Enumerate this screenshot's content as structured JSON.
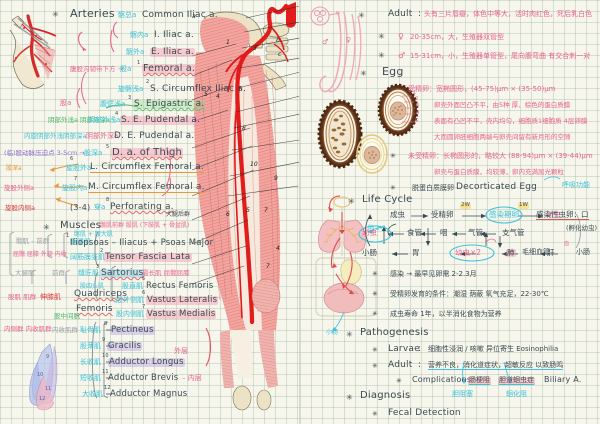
{
  "notebook": {
    "title": "Anatomy & Parasitology handwritten study notes (two pages)",
    "paper": "grid / graph paper",
    "colors": {
      "paper": "#f7f6ec",
      "grid": "#8ca58c",
      "ink_dark": "#3b4a52",
      "cyan": "#39c2d8",
      "pink": "#e8628c",
      "red": "#de3b3b",
      "green": "#46b96a",
      "orange": "#e8963c",
      "purple": "#8e6fd0",
      "brown": "#7a4a2a",
      "highlight_pink": "#f496af",
      "highlight_yellow": "#fad650",
      "highlight_blue": "#78c8eb"
    }
  },
  "left_page": {
    "bullet": "✳",
    "section_arteries": {
      "heading": "Arteries",
      "items": [
        {
          "num": "",
          "cn": "髂总a",
          "en": "Common Iliac a."
        },
        {
          "num": "",
          "cn": "髂内a",
          "en": "I. Iliac a."
        },
        {
          "num": "",
          "cn": "髂外a",
          "en": "E. Iliac a."
        },
        {
          "num": "1",
          "cn": "股a",
          "en": "Femoral a."
        },
        {
          "num": "2",
          "cn": "旋髂浅a",
          "en": "S. Circumflex Iliac a."
        },
        {
          "num": "3",
          "cn": "腹壁浅a",
          "en": "S. Epigastric a."
        },
        {
          "num": "4",
          "cn": "阴部外浅a",
          "en": "S. E. Pudendal a."
        },
        {
          "num": "",
          "cn": "阴部外深a",
          "en": "D. E. Pudendal a."
        },
        {
          "num": "5",
          "cn": "股深a",
          "en": "D. a. of Thigh"
        },
        {
          "num": "6",
          "cn": "旋股外a",
          "en": "L. Circumflex Femoral a."
        },
        {
          "num": "7",
          "cn": "旋股内a",
          "en": "M. Circumflex Femoral a."
        },
        {
          "num": "8",
          "cn": "穿a",
          "en": "Perforating a.",
          "prefix": "(3-4)"
        }
      ],
      "annotations": [
        "腹股沟韧带下方 →",
        "(临)股动脉压迫点 3-5cm →",
        "股a",
        "阴部外浅a 阴部外深a",
        "内旋阴部外浅阴部深a",
        "股深a",
        "旋股外侧a",
        "旋股内侧a",
        "穿a",
        "大腿后群"
      ]
    },
    "section_muscles": {
      "heading": "Muscles",
      "heading_note": "髋肌前群 股肌 (下肢肌 + 骨盆肌)",
      "items": [
        {
          "num": "1",
          "cn": "髂腰肌",
          "en": "Iliopsoas – Iliacus + Psoas Major",
          "sub_cn": "髂肌 + 腰大肌"
        },
        {
          "num": "2",
          "cn": "阔筋膜张肌",
          "en": "Tensor Fascia Lata"
        },
        {
          "num": "3",
          "cn": "缝匠肌",
          "en": "Sartorius",
          "note_cn": "最长肌 屈髋屈膝"
        },
        {
          "num": "5",
          "cn": "股直肌",
          "en": "Rectus Femoris"
        },
        {
          "num": "6",
          "cn": "股外侧肌",
          "en": "Vastus Lateralis"
        },
        {
          "num": "7",
          "cn": "股内侧肌",
          "en": "Vastus Medialis"
        },
        {
          "num": "8",
          "cn": "耻骨肌",
          "en": "Pectineus"
        },
        {
          "num": "9",
          "cn": "股薄肌",
          "en": "Gracilis"
        },
        {
          "num": "10",
          "cn": "长收肌",
          "en": "Adductor Longus"
        },
        {
          "num": "11",
          "cn": "短收肌",
          "en": "Adductor Brevis",
          "tail_cn": "– 中层"
        },
        {
          "num": "12",
          "cn": "大收肌",
          "en": "Adductor Magnus",
          "tail_cn": "– 内层"
        }
      ],
      "group_labels": {
        "quadriceps": "Quadriceps",
        "femoris": "Femoris",
        "quad_cn": "股四头肌",
        "quad_red_cn": "伸膝肌",
        "quad_green_cn": "股中间肌",
        "adductor_bracket_cn": "外层",
        "left_cn_1": "髋肌 – 前群",
        "left_cn_2": "屈髋 屈膝 外旋 内收",
        "left_cn_3": "大腿肌",
        "left_cn_4": "前群",
        "left_cn_5": "股肌 肌群",
        "left_cn_6": "内侧群 内收肌群",
        "left_cn_7": "内收肌群"
      }
    },
    "figures": {
      "pelvic_artery_detail": "pelvic-artery-illustration",
      "thigh_anatomy": "anterior-thigh-muscle-illustration",
      "adductor_fan": "adductor-muscle-fan-sketch"
    }
  },
  "right_page": {
    "bullet": "✳",
    "morphology": {
      "adult_label": "Adult",
      "adult_text": "头有三片唇瓣，体色中等大，活时肉红色，死后乳白色",
      "female_symbol": "♀",
      "female_text": "20-35cm，大，生殖器双管型",
      "male_symbol": "♂",
      "male_text": "15-31cm，小，生殖器单管型，尾向腹弯曲 有交合刺一对"
    },
    "egg": {
      "heading": "Egg",
      "fertilized_label": "受精卵",
      "fertilized_text": "受精卵：宽椭圆形，(45-75)μm × (35-50)μm",
      "fertilized_lines": [
        "卵壳外面凹凸不平，由5种 厚、棕色的蛋白质膜",
        "表面有凸凹不平，壳内均匀，细胞质1细胞质 4层卵膜",
        "大而圆卵胚细胞两端与卵壳间留有新月形的空隙"
      ],
      "unfertilized_label": "未受精卵",
      "unfertilized_text": "未受精卵：长椭圆形的，略较大 (88-94)μm × (39-44)μm",
      "unfertilized_lines": [
        "卵壳与蛋白质膜，均较薄，卵内充满屈光颗粒"
      ],
      "decorticated_label_cn": "脱蛋白质膜卵",
      "decorticated_label_en": "Decorticated Egg",
      "decorticated_note": "呼吸功能"
    },
    "life_cycle": {
      "heading": "Life Cycle",
      "row1": [
        "成虫",
        "受精卵",
        "感染期卵",
        "幼虫",
        "感染性虫卵：口"
      ],
      "row1_badges": [
        "2W",
        "1W"
      ],
      "row1_tail": "(孵化幼虫)",
      "row2": [
        "幼虫",
        "食管",
        "咽",
        "气管",
        "支气管"
      ],
      "row3": [
        "小肠",
        "胃",
        "幼虫×2",
        "肺",
        "毛细血管",
        "肝",
        "小肠"
      ],
      "notes": [
        "感染 → 最早见卵需 2-2.3月",
        "受精卵发育的条件：潮湿 荫蔽 氧气充足，22-30℃",
        "成虫寿命 1年，以半消化食物为营养"
      ],
      "note_highlights": [
        "2-2.3月",
        "氧气充足",
        "1年"
      ]
    },
    "pathogenesis": {
      "heading": "Pathogenesis",
      "larvae_label": "Larvae",
      "larvae_text": "细胞性浸润 / 咳嗽 异位寄生 Eosinophilia",
      "adult_label": "Adult",
      "adult_text": "营养不良，消化道症状，超敏反应 以致肠鸣",
      "complications_label": "Complications",
      "complications_items": [
        "肠梗阻",
        "胆道蛔虫症",
        "Biliary A."
      ],
      "complication_notes": [
        "胆阻塞",
        "蛔化阻"
      ]
    },
    "diagnosis": {
      "heading": "Diagnosis",
      "item": "Fecal Detection"
    },
    "figures": {
      "worm_sketch": "adult-ascaris-worm-sketch",
      "head_lips": "worm-head-three-lips-sketch",
      "egg_fertilized": "fertilized-egg-illustration",
      "egg_unfertilized": "unfertilized-egg-illustration",
      "egg_decorticated": "decorticated-egg-illustration",
      "body_organs": "human-torso-organs-lifecycle-diagram",
      "organ_note": "肺 2-3",
      "organ_note2": "小肠"
    }
  }
}
